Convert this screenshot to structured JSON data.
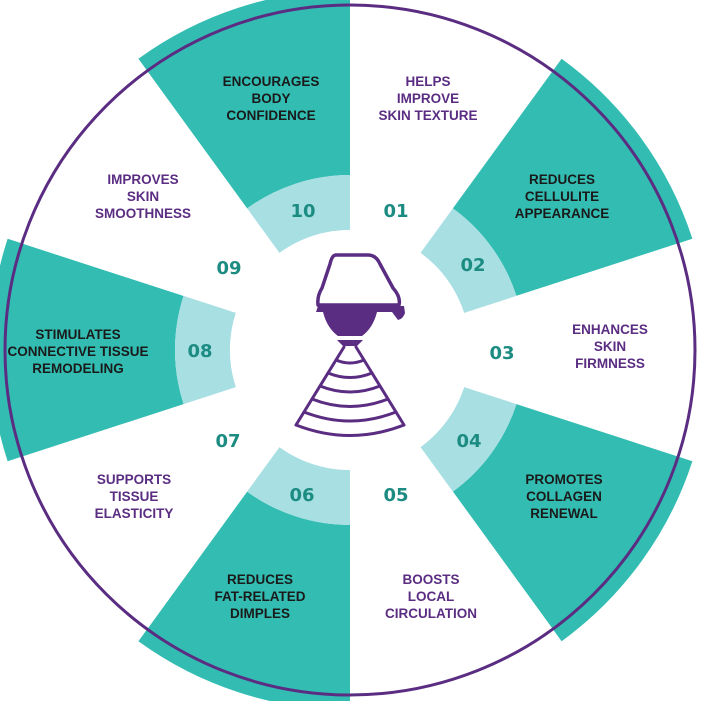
{
  "colors": {
    "teal": "#33bdb2",
    "teal_light": "#a8dfe3",
    "white": "#ffffff",
    "border": "#5a2d82",
    "number": "#1c8c82",
    "purple_text": "#5a2d82",
    "dark_text": "#1a1a1a"
  },
  "center_icon": "ultrasound-transducer-icon",
  "segments": [
    {
      "number": "01",
      "lines": [
        "HELPS",
        "IMPROVE",
        "SKIN TEXTURE"
      ],
      "fill": "white"
    },
    {
      "number": "02",
      "lines": [
        "REDUCES",
        "CELLULITE",
        "APPEARANCE"
      ],
      "fill": "teal"
    },
    {
      "number": "03",
      "lines": [
        "ENHANCES",
        "SKIN",
        "FIRMNESS"
      ],
      "fill": "white"
    },
    {
      "number": "04",
      "lines": [
        "PROMOTES",
        "COLLAGEN",
        "RENEWAL"
      ],
      "fill": "teal"
    },
    {
      "number": "05",
      "lines": [
        "BOOSTS",
        "LOCAL",
        "CIRCULATION"
      ],
      "fill": "white"
    },
    {
      "number": "06",
      "lines": [
        "REDUCES",
        "FAT-RELATED",
        "DIMPLES"
      ],
      "fill": "teal"
    },
    {
      "number": "07",
      "lines": [
        "SUPPORTS",
        "TISSUE",
        "ELASTICITY"
      ],
      "fill": "white"
    },
    {
      "number": "08",
      "lines": [
        "STIMULATES",
        "CONNECTIVE TISSUE",
        "REMODELING"
      ],
      "fill": "teal"
    },
    {
      "number": "09",
      "lines": [
        "IMPROVES",
        "SKIN",
        "SMOOTHNESS"
      ],
      "fill": "white"
    },
    {
      "number": "10",
      "lines": [
        "ENCOURAGES",
        "BODY",
        "CONFIDENCE"
      ],
      "fill": "teal"
    }
  ]
}
